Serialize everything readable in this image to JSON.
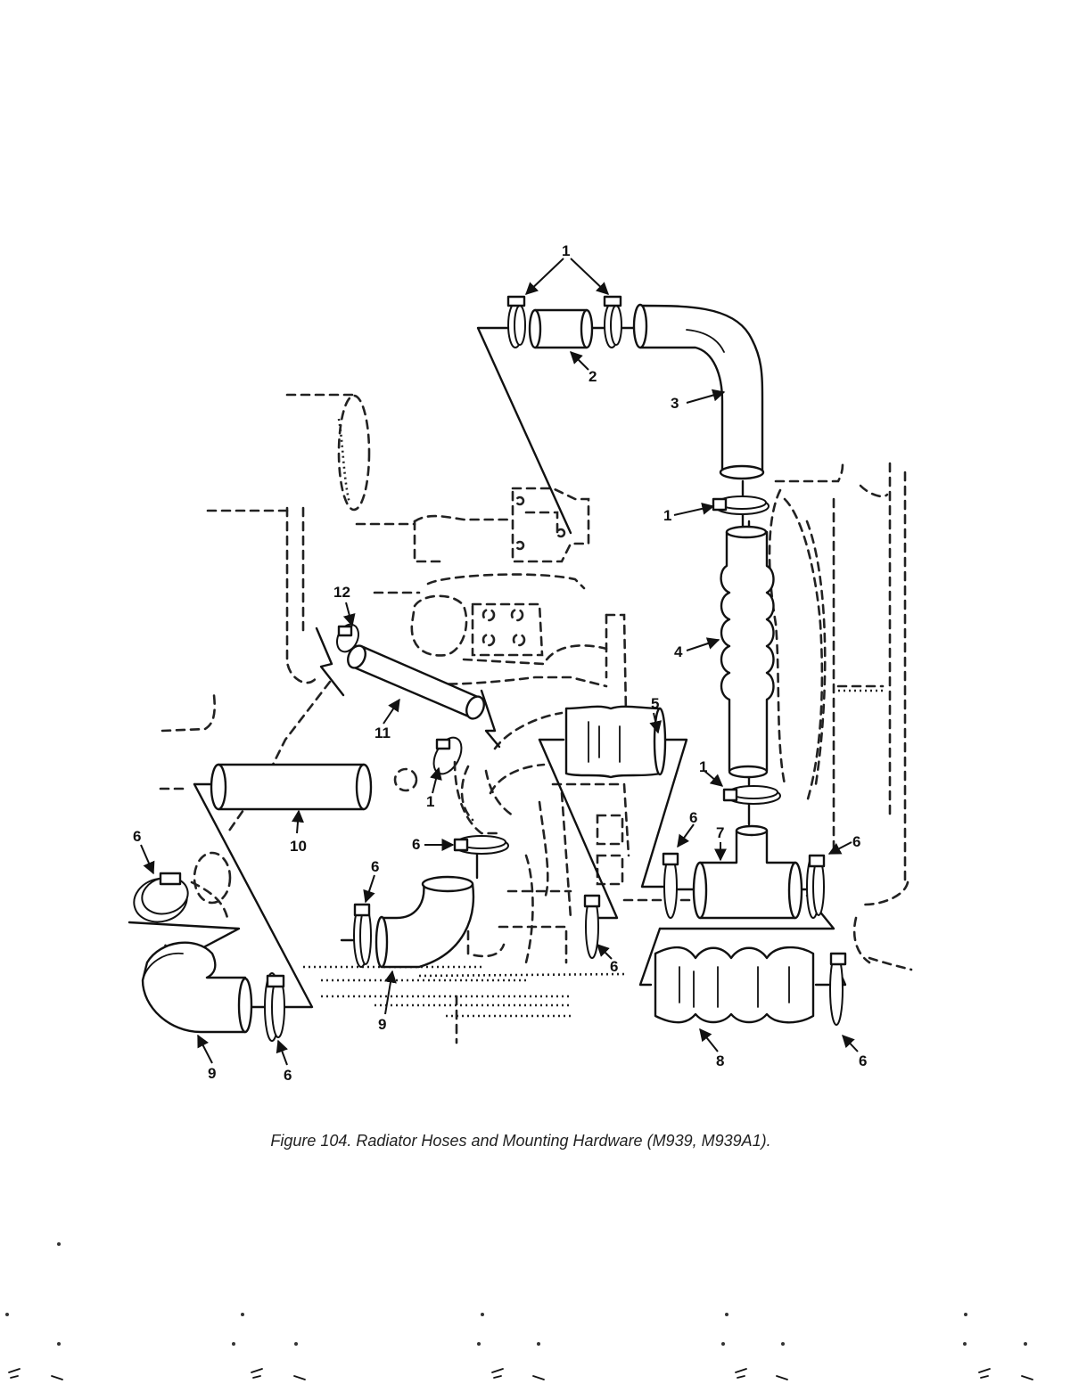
{
  "figure": {
    "caption": "Figure 104.  Radiator Hoses and Mounting Hardware (M939, M939A1)."
  },
  "callouts": {
    "c1_top": "1",
    "c2": "2",
    "c3": "3",
    "c1_upper_right": "1",
    "c4": "4",
    "c12": "12",
    "c5": "5",
    "c11": "11",
    "c1_middle": "1",
    "c10": "10",
    "c1_lower_right": "1",
    "c6_center": "6",
    "c6_right_a": "6",
    "c7": "7",
    "c6_right_b": "6",
    "c6_left": "6",
    "c6_mid_left": "6",
    "c6_mid": "6",
    "c9_center": "9",
    "c8": "8",
    "c6_bottom_right": "6",
    "c9_left": "9",
    "c6_bottom_left": "6"
  }
}
